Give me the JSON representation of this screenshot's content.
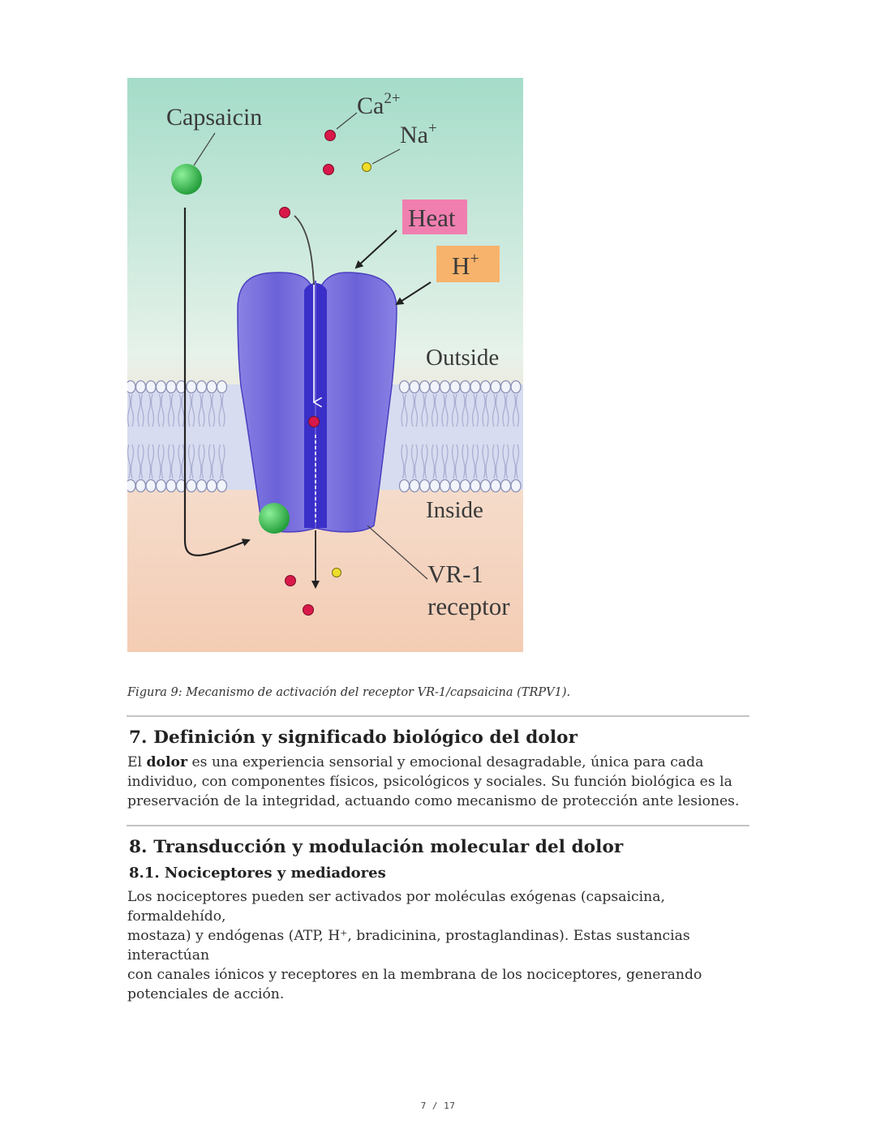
{
  "figure": {
    "labels": {
      "capsaicin": "Capsaicin",
      "calcium_base": "Ca",
      "calcium_charge": "2+",
      "sodium_base": "Na",
      "sodium_charge": "+",
      "heat": "Heat",
      "proton_base": "H",
      "proton_charge": "+",
      "outside": "Outside",
      "inside": "Inside",
      "receptor_line1": "VR-1",
      "receptor_line2": "receptor"
    },
    "colors": {
      "outside_top": "#a5dcc9",
      "inside_bottom": "#f4ccb4",
      "channel": "#7f76dc",
      "channel_dark": "#3b2fc9",
      "capsaicin": "#2fb84a",
      "ion_red": "#d8194a",
      "ion_yellow": "#eedd2a",
      "heat_box": "#f07fb0",
      "proton_box": "#f7b36b"
    }
  },
  "caption": "Figura 9: Mecanismo de activación del receptor VR-1/capsaicina (TRPV1).",
  "section7": {
    "title": "7. Definición y significado biológico del dolor",
    "line1_before": "El ",
    "line1_bold": "dolor",
    "line1_after": " es una experiencia sensorial y emocional desagradable, única para cada",
    "line2": "individuo, con componentes físicos, psicológicos y sociales. Su función biológica es la",
    "line3": "preservación de la integridad, actuando como mecanismo de protección ante lesiones."
  },
  "section8": {
    "title": "8. Transducción y modulación molecular del dolor",
    "subtitle": "8.1. Nociceptores y mediadores",
    "line1": "Los nociceptores pueden ser activados por moléculas exógenas (capsaicina, formaldehído,",
    "line2": "mostaza) y endógenas (ATP, H⁺, bradicinina, prostaglandinas). Estas sustancias interactúan",
    "line3": "con canales iónicos y receptores en la membrana de los nociceptores, generando",
    "line4": "potenciales de acción."
  },
  "page_number": "7 / 17"
}
